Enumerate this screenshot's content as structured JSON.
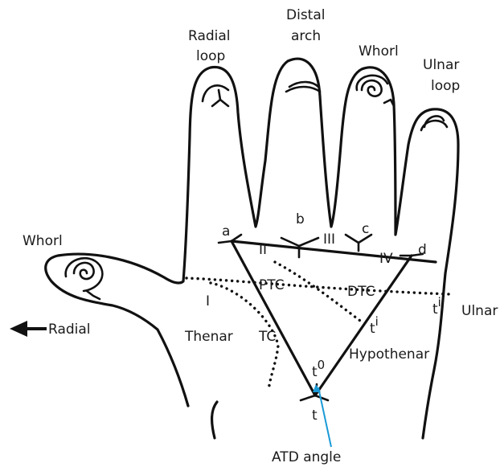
{
  "labels": {
    "radial_loop_1": "Radial",
    "radial_loop_2": "loop",
    "distal_arch_1": "Distal",
    "distal_arch_2": "arch",
    "whorl_finger": "Whorl",
    "ulnar_loop_1": "Ulnar",
    "ulnar_loop_2": "loop",
    "whorl_thumb": "Whorl",
    "radial_side": "Radial",
    "ulnar_side": "Ulnar",
    "point_a": "a",
    "point_b": "b",
    "point_c": "c",
    "point_d": "d",
    "area_II": "II",
    "area_III": "III",
    "area_IV": "IV",
    "area_I": "I",
    "ptc": "PTC",
    "dtc": "DTC",
    "tc": "TC",
    "thenar": "Thenar",
    "hypothenar": "Hypothenar",
    "t_i_base": "t",
    "t_i_sup": "i",
    "t_ii_base": "t",
    "t_ii_sup": "ii",
    "t_0_base": "t",
    "t_0_sup": "0",
    "point_t": "t",
    "atd_angle": "ATD angle"
  },
  "colors": {
    "ink": "#111111",
    "arrow": "#1a9ad6"
  }
}
